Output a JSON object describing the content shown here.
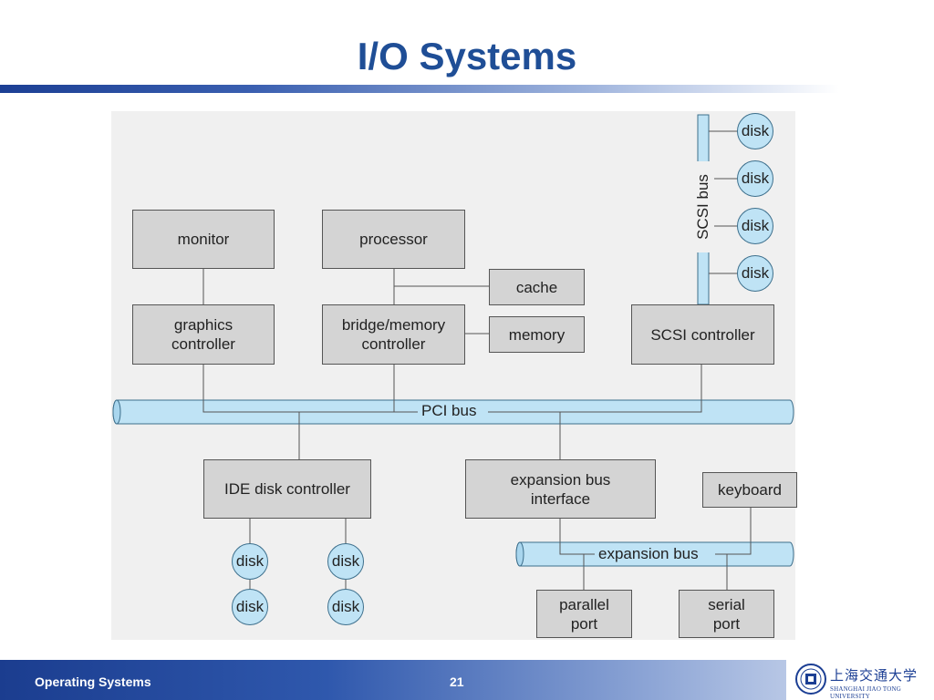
{
  "slide": {
    "title": "I/O Systems",
    "footer_left": "Operating Systems",
    "page_number": "21"
  },
  "logo": {
    "name_cn": "上海交通大学",
    "name_en": "SHANGHAI JIAO TONG UNIVERSITY"
  },
  "diagram": {
    "boxes": {
      "monitor": "monitor",
      "processor": "processor",
      "cache": "cache",
      "graphics_controller": "graphics\ncontroller",
      "bridge_memory_controller": "bridge/memory\ncontroller",
      "memory": "memory",
      "scsi_controller": "SCSI controller",
      "ide_disk_controller": "IDE disk controller",
      "expansion_bus_interface": "expansion bus\ninterface",
      "keyboard": "keyboard",
      "parallel_port": "parallel\nport",
      "serial_port": "serial\nport"
    },
    "buses": {
      "pci": "PCI bus",
      "expansion": "expansion bus",
      "scsi": "SCSI bus"
    },
    "disk_label": "disk",
    "colors": {
      "box_fill": "#d4d4d4",
      "bus_fill": "#bfe3f5",
      "title": "#1f4e96"
    }
  }
}
